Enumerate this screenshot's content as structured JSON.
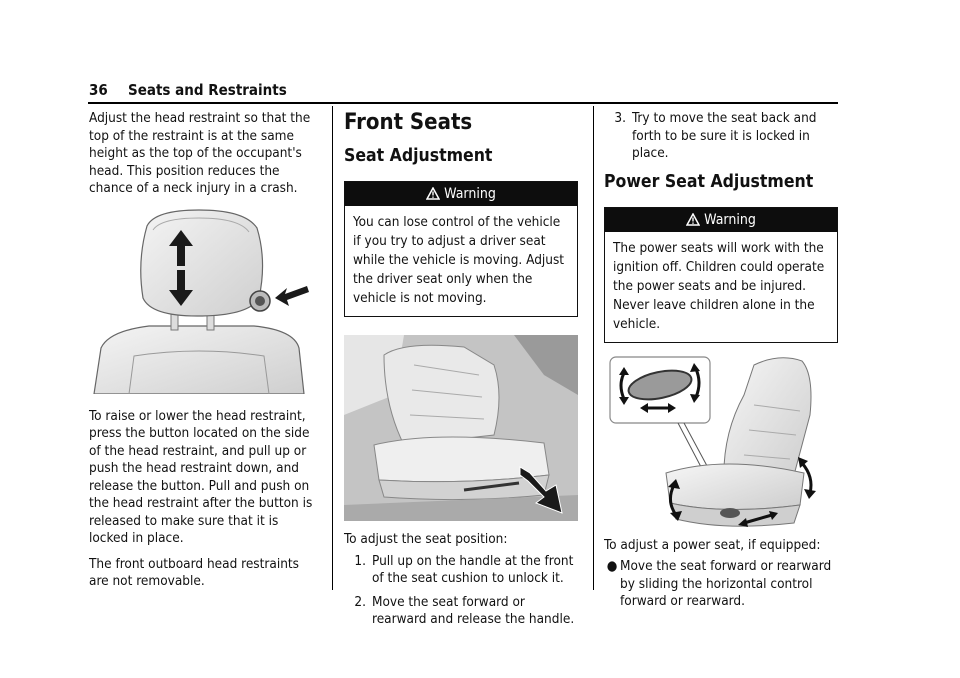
{
  "header": {
    "page_number": "36",
    "section_title": "Seats and Restraints"
  },
  "col1": {
    "intro": "Adjust the head restraint so that the top of the restraint is at the same height as the top of the occupant's head. This position reduces the chance of a neck injury in a crash.",
    "figure_icon": "head-restraint-illustration",
    "para1": "To raise or lower the head restraint, press the button located on the side of the head restraint, and pull up or push the head restraint down, and release the button. Pull and push on the head restraint after the button is released to make sure that it is locked in place.",
    "para2": "The front outboard head restraints are not removable."
  },
  "col2": {
    "heading": "Front Seats",
    "subheading": "Seat Adjustment",
    "warning": {
      "label": "Warning",
      "text": "You can lose control of the vehicle if you try to adjust a driver seat while the vehicle is moving. Adjust the driver seat only when the vehicle is not moving."
    },
    "figure_icon": "seat-adjustment-handle-photo",
    "lead": "To adjust the seat position:",
    "steps": [
      {
        "num": "1.",
        "text": "Pull up on the handle at the front of the seat cushion to unlock it."
      },
      {
        "num": "2.",
        "text": "Move the seat forward or rearward and release the handle."
      }
    ]
  },
  "col3": {
    "step3": {
      "num": "3.",
      "text": "Try to move the seat back and forth to be sure it is locked in place."
    },
    "heading": "Power Seat Adjustment",
    "warning": {
      "label": "Warning",
      "text": "The power seats will work with the ignition off. Children could operate the power seats and be injured. Never leave children alone in the vehicle."
    },
    "figure_icon": "power-seat-control-illustration",
    "lead": "To adjust a power seat, if equipped:",
    "bullets": [
      {
        "text": "Move the seat forward or rearward by sliding the horizontal control forward or rearward."
      }
    ]
  },
  "colors": {
    "text": "#111111",
    "warning_header": "#0d0d0d",
    "arrow": "#1a1a1a"
  }
}
